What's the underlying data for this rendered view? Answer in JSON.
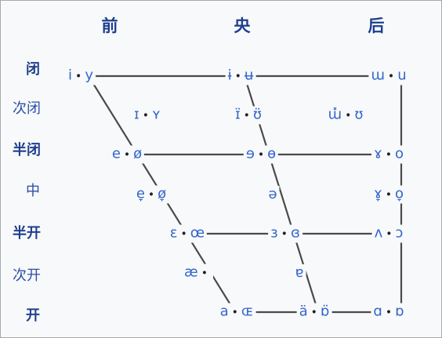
{
  "columns": {
    "front": "前",
    "central": "央",
    "back": "后"
  },
  "rows": {
    "close": "闭",
    "near_close": "次闭",
    "close_mid": "半闭",
    "mid": "中",
    "open_mid": "半开",
    "near_open": "次开",
    "open": "开"
  },
  "vowels": {
    "close_front": {
      "unrounded": "i",
      "rounded": "y"
    },
    "close_central": {
      "unrounded": "ɨ",
      "rounded": "ʉ"
    },
    "close_back": {
      "unrounded": "ɯ",
      "rounded": "u"
    },
    "near_close_front": {
      "unrounded": "ɪ",
      "rounded": "ʏ"
    },
    "near_close_central": {
      "unrounded": "ɪ̈",
      "rounded": "ʊ̈"
    },
    "near_close_back": {
      "unrounded": "ɯ̽",
      "rounded": "ʊ"
    },
    "close_mid_front": {
      "unrounded": "e",
      "rounded": "ø"
    },
    "close_mid_central": {
      "unrounded": "ɘ",
      "rounded": "ɵ"
    },
    "close_mid_back": {
      "unrounded": "ɤ",
      "rounded": "o"
    },
    "mid_front": {
      "unrounded": "e̞",
      "rounded": "ø̞"
    },
    "mid_central": {
      "single": "ə"
    },
    "mid_back": {
      "unrounded": "ɤ̞",
      "rounded": "o̞"
    },
    "open_mid_front": {
      "unrounded": "ɛ",
      "rounded": "œ"
    },
    "open_mid_central": {
      "unrounded": "ɜ",
      "rounded": "ɞ"
    },
    "open_mid_back": {
      "unrounded": "ʌ",
      "rounded": "ɔ"
    },
    "near_open_front": {
      "unrounded": "æ"
    },
    "near_open_central": {
      "single": "ɐ"
    },
    "open_front": {
      "unrounded": "a",
      "rounded": "ɶ"
    },
    "open_central": {
      "unrounded": "ä",
      "rounded": "ɒ̈"
    },
    "open_back": {
      "unrounded": "ɑ",
      "rounded": "ɒ"
    }
  }
}
